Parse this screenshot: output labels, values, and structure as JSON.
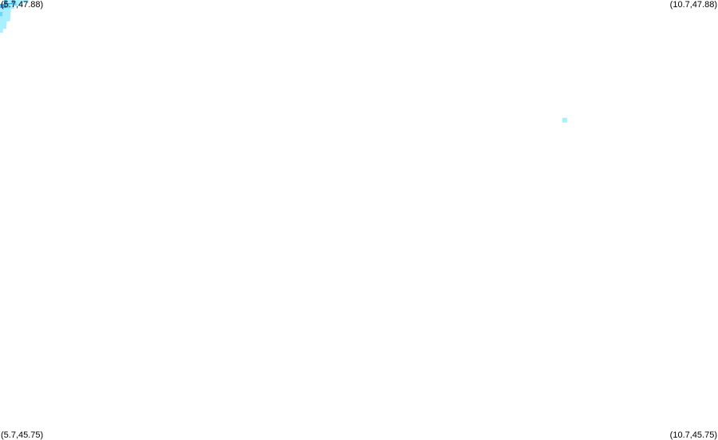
{
  "corners": {
    "top_left": "(5.7,47.88)",
    "top_right": "(10.7,47.88)",
    "bottom_left": "(5.7,45.75)",
    "bottom_right": "(10.7,45.75)"
  },
  "extent": {
    "lon_min": 5.7,
    "lon_max": 10.7,
    "lat_min": 45.75,
    "lat_max": 47.88
  },
  "colors": {
    "background": "#ffffff",
    "light": "#a8f0ff",
    "medium": "#6ad8f4",
    "dark": "#3aa8e0"
  },
  "points": [
    {
      "lon": 5.745,
      "lat": 47.868,
      "level": "dark"
    },
    {
      "lon": 5.766,
      "lat": 47.868,
      "level": "dark"
    },
    {
      "lon": 5.788,
      "lat": 47.868,
      "level": "dark"
    },
    {
      "lon": 5.81,
      "lat": 47.864,
      "level": "medium"
    },
    {
      "lon": 5.832,
      "lat": 47.864,
      "level": "light"
    },
    {
      "lon": 5.766,
      "lat": 47.876,
      "level": "light"
    },
    {
      "lon": 5.826,
      "lat": 47.878,
      "level": "light"
    },
    {
      "lon": 5.86,
      "lat": 47.878,
      "level": "light"
    },
    {
      "lon": 5.882,
      "lat": 47.878,
      "level": "light"
    },
    {
      "lon": 5.718,
      "lat": 47.85,
      "level": "dark"
    },
    {
      "lon": 5.74,
      "lat": 47.85,
      "level": "dark"
    },
    {
      "lon": 5.761,
      "lat": 47.849,
      "level": "medium"
    },
    {
      "lon": 5.783,
      "lat": 47.848,
      "level": "light"
    },
    {
      "lon": 5.715,
      "lat": 47.83,
      "level": "light"
    },
    {
      "lon": 5.736,
      "lat": 47.829,
      "level": "light"
    },
    {
      "lon": 5.758,
      "lat": 47.828,
      "level": "light"
    },
    {
      "lon": 5.713,
      "lat": 47.81,
      "level": "medium"
    },
    {
      "lon": 5.734,
      "lat": 47.809,
      "level": "light"
    },
    {
      "lon": 5.756,
      "lat": 47.808,
      "level": "light"
    },
    {
      "lon": 5.711,
      "lat": 47.79,
      "level": "light"
    },
    {
      "lon": 5.732,
      "lat": 47.789,
      "level": "light"
    },
    {
      "lon": 5.754,
      "lat": 47.788,
      "level": "light"
    },
    {
      "lon": 5.708,
      "lat": 47.771,
      "level": "light"
    },
    {
      "lon": 5.73,
      "lat": 47.771,
      "level": "light"
    },
    {
      "lon": 5.706,
      "lat": 47.753,
      "level": "light"
    },
    {
      "lon": 5.727,
      "lat": 47.752,
      "level": "light"
    },
    {
      "lon": 5.704,
      "lat": 47.733,
      "level": "light"
    },
    {
      "lon": 9.632,
      "lat": 47.298,
      "level": "light"
    }
  ]
}
